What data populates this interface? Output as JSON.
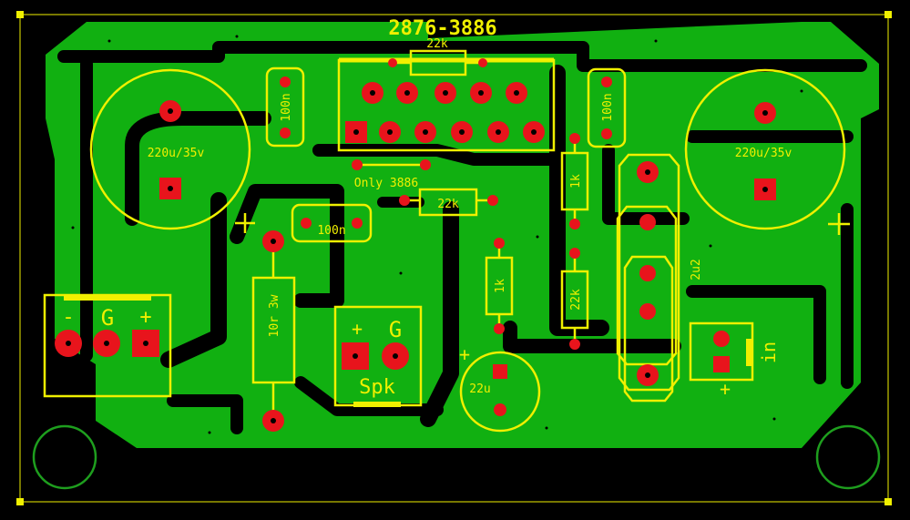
{
  "title": "2876-3886",
  "colors": {
    "background": "#000000",
    "copper": "#11B011",
    "pad": "#E8141C",
    "silkscreen": "#F0F000",
    "mount_hole": "#1E9E1E"
  },
  "labels": {
    "top_resistor": "22k",
    "cap_left": "220u/35v",
    "cap_right": "220u/35v",
    "cap_100n_a": "100n",
    "cap_100n_b": "100n",
    "cap_100n_c": "100n",
    "only_note": "Only 3886",
    "res_22k_mid": "22k",
    "res_1k_right": "1k",
    "res_1k_mid": "1k",
    "res_22k_right": "22k",
    "cap_2u2": "2u2",
    "res_power": "10r 3w",
    "cap_22u": "22u",
    "pwr_minus": "-",
    "pwr_ground": "G",
    "pwr_plus": "+",
    "spk_plus": "+",
    "spk_ground": "G",
    "spk_label": "Spk",
    "in_label": "in",
    "in_plus": "+",
    "polarity_left": "+",
    "polarity_right": "+",
    "polarity_22u": "+"
  }
}
